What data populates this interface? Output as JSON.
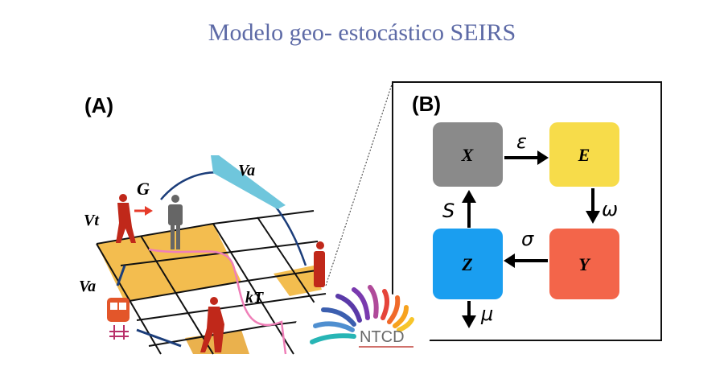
{
  "title": "Modelo geo- estocástico SEIRS",
  "panel_a": {
    "label": "(A)",
    "labels": {
      "G": "G",
      "Vt": "Vt",
      "Va_plane": "Va",
      "Va_train": "Va",
      "kT": "kT"
    }
  },
  "panel_b": {
    "label": "(B)",
    "nodes": {
      "X": "X",
      "E": "E",
      "Y": "Y",
      "Z": "Z"
    },
    "rates": {
      "epsilon": "ε",
      "omega": "ω",
      "sigma": "σ",
      "S": "S",
      "mu": "μ"
    },
    "colors": {
      "X": "#8a8a8a",
      "E": "#f7dc4a",
      "Y": "#f3654a",
      "Z": "#1a9ef0"
    }
  },
  "logo": {
    "text": "NTCD"
  }
}
